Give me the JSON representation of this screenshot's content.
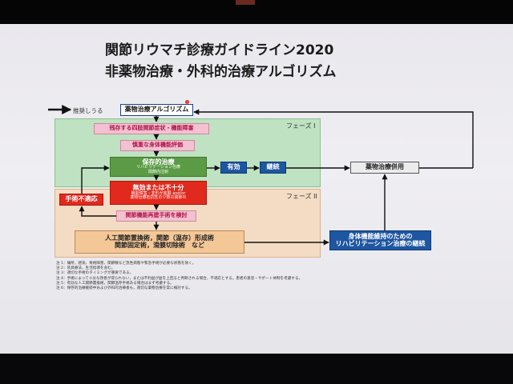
{
  "title": {
    "line1": "関節リウマチ診療ガイドライン2020",
    "line2": "非薬物治療・外科的治療アルゴリズム"
  },
  "legend": {
    "recommend": "推奨しうる"
  },
  "phases": {
    "phase1": "フェーズ I",
    "phase2": "フェーズ II"
  },
  "boxes": {
    "drug_algorithm": "薬物治療アルゴリズム",
    "residual": "残存する四肢関節症状・機能障害",
    "careful_eval": "慎重な身体機能評価",
    "conservative_title": "保存的治療",
    "conservative_sub1": "リハビリテーション治療",
    "conservative_sub2": "関節内注射",
    "ineffective_title": "無効または不十分",
    "ineffective_sub1": "機能障害・変形が進展 and/or",
    "ineffective_sub2": "薬物治療抵抗性の少数の関節炎",
    "surgery_unsuitable": "手術不適応",
    "reconstruct": "関節機能再建手術を検討",
    "surgery_line1": "人工関節置換術，関節（温存）形成術",
    "surgery_line2": "関節固定術，滑膜切除術　など",
    "effective": "有効",
    "continue": "継続",
    "combined": "薬物治療併用",
    "rehab_line1": "身体機能維持のための",
    "rehab_line2": "リハビリテーション治療の継続"
  },
  "notes": [
    "注 1：痛所，感染，骨格障害，関節数など急性病態や緊急手術が必要な状態を除く。",
    "注 2：装具療法，生活指導を含む。",
    "注 3：適切な手術のタイミングが重要である。",
    "注 4：手術によって十分な改善が得られない，または不利益が益を上回ると判断される場合，不適応とする。患者の意思・サポート体制を考慮する。",
    "注 5：有効な人工関節置換術，関節温存手術ある場合はまず考慮する。",
    "注 6：保存的治療継続中および外科的治療後も，適切な薬物治療を常に検討する。"
  ],
  "colors": {
    "phase1": "#bfe2c2",
    "phase2": "#f4dcc4",
    "treatment_green": "#5b9b46",
    "alert_red": "#e1291d",
    "action_blue": "#1e56a0"
  }
}
